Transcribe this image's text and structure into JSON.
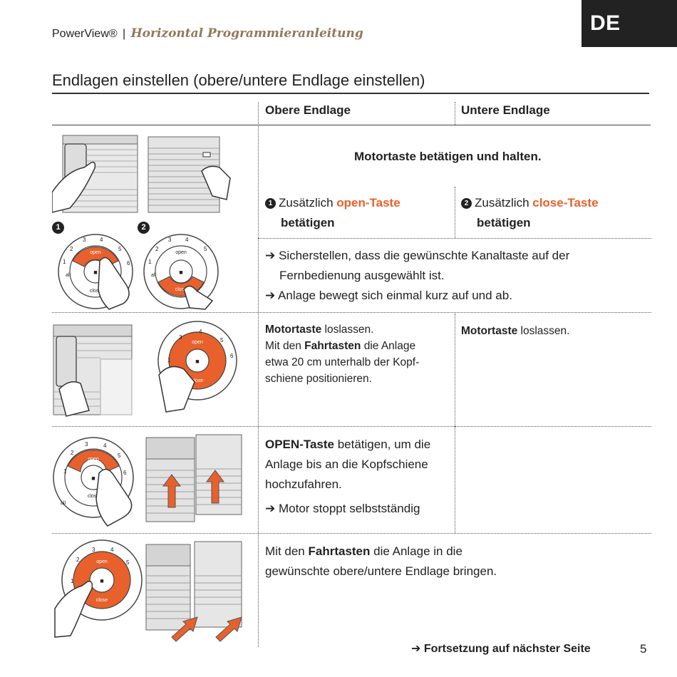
{
  "header": {
    "lang": "DE",
    "brand": "PowerView®",
    "separator": "|",
    "subtitle": "Horizontal Programmieranleitung"
  },
  "section_title": "Endlagen einstellen (obere/untere Endlage einstellen)",
  "columns": {
    "upper": "Obere Endlage",
    "lower": "Untere Endlage"
  },
  "arrow": "➔",
  "remote": {
    "open": "open",
    "close": "close",
    "all": "all",
    "stop": "■",
    "keys": [
      "1",
      "2",
      "3",
      "4",
      "5",
      "6"
    ]
  },
  "step1": {
    "badge1": "1",
    "badge2": "2",
    "main": "Motortaste betätigen und halten.",
    "upper_pre": "Zusätzlich ",
    "upper_key": "open-Taste",
    "upper_post": "betätigen",
    "lower_pre": "Zusätzlich ",
    "lower_key": "close-Taste",
    "lower_post": "betätigen",
    "note1_l1": "Sicherstellen, dass die gewünschte Kanaltaste auf der",
    "note1_l2": "Fernbedienung ausgewählt ist.",
    "note2": "Anlage bewegt sich einmal kurz auf und ab."
  },
  "step2": {
    "upper_bold": "Motortaste",
    "upper_text1": " loslassen.",
    "upper_l2_pre": "Mit den ",
    "upper_l2_bold": "Fahrtasten",
    "upper_l2_post": " die Anlage",
    "upper_l3": "etwa 20 cm unterhalb der Kopf-",
    "upper_l4": "schiene positionieren.",
    "lower_bold": "Motortaste",
    "lower_text": " loslassen."
  },
  "step3": {
    "bold": "OPEN-Taste",
    "l1_post": " betätigen, um die",
    "l2": "Anlage bis an die Kopfschiene",
    "l3": "hochzufahren.",
    "note": "Motor stoppt selbstständig"
  },
  "step4": {
    "l1_pre": "Mit den ",
    "l1_bold": "Fahrtasten",
    "l1_post": " die Anlage in die",
    "l2": "gewünschte obere/untere Endlage bringen."
  },
  "footer": {
    "continue": "Fortsetzung auf nächster Seite",
    "page": "5"
  },
  "colors": {
    "accent": "#e8612c",
    "subtitle": "#8f7a5a",
    "dark": "#222222"
  }
}
